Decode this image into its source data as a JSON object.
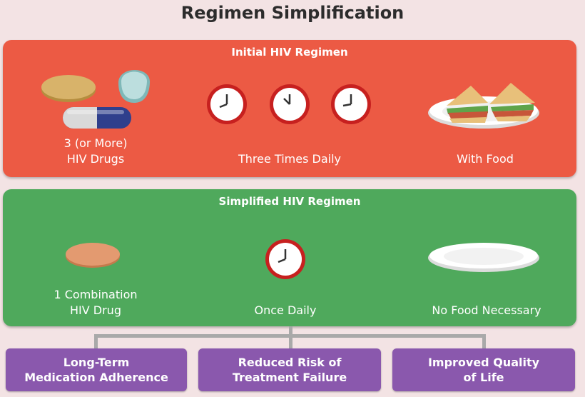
{
  "header": {
    "cutoff_title": "... ... ...",
    "title": "Regimen Simplification"
  },
  "initial": {
    "title": "Initial HIV Regimen",
    "drugs_label": "3 (or More)\nHIV Drugs",
    "frequency_label": "Three Times Daily",
    "food_label": "With Food",
    "color": "#ec5a44"
  },
  "simplified": {
    "title": "Simplified HIV Regimen",
    "drugs_label": "1 Combination\nHIV Drug",
    "frequency_label": "Once Daily",
    "food_label": "No Food Necessary",
    "color": "#4fa95c"
  },
  "outcomes": [
    {
      "label": "Long-Term\nMedication Adherence"
    },
    {
      "label": "Reduced Risk of\nTreatment Failure"
    },
    {
      "label": "Improved Quality\nof Life"
    }
  ],
  "icons": {
    "pills": [
      "tan-tablet-icon",
      "blue-tablet-icon",
      "capsule-icon"
    ],
    "clock": "clock-icon",
    "food": "sandwich-plate-icon",
    "empty_plate": "empty-plate-icon",
    "single_pill": "single-tablet-icon"
  },
  "colors": {
    "outcome": "#8a58ad",
    "connector": "#a9a9a9",
    "clock_rim": "#d42a2a"
  }
}
